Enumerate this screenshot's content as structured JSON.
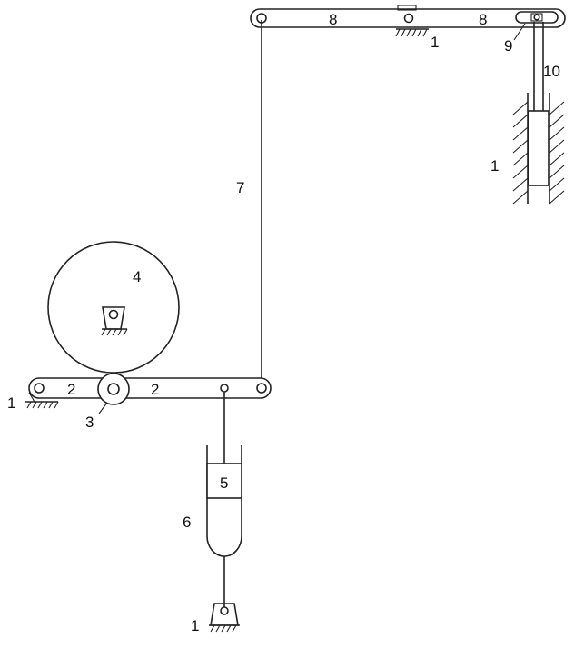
{
  "labels": {
    "top_link_left": "8",
    "top_link_right": "8",
    "top_pivot_ground": "1",
    "slot_block": "9",
    "slider_rod": "10",
    "guide_ground": "1",
    "long_rod": "7",
    "cam": "4",
    "lever_left": "2",
    "lever_right": "2",
    "roller": "3",
    "lever_pivot_ground": "1",
    "piston": "5",
    "cylinder": "6",
    "bottom_ground": "1"
  }
}
